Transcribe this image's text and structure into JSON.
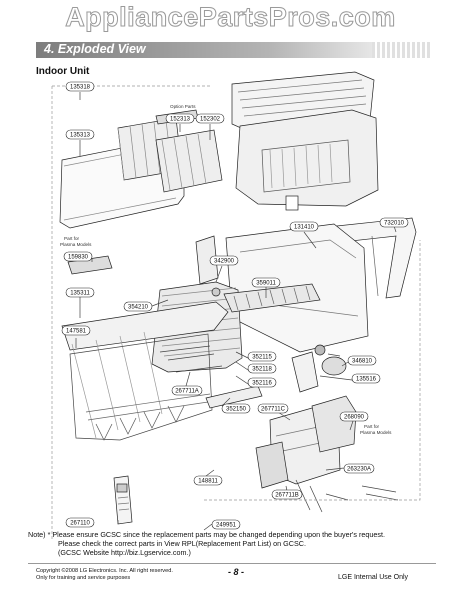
{
  "watermark": "AppliancePartsPros.com",
  "header": {
    "title": "4. Exploded View"
  },
  "subtitle": "Indoor Unit",
  "callouts": [
    "135318",
    "135313",
    "152313",
    "152302",
    "131410",
    "732010",
    "342900",
    "159830",
    "135311",
    "354210",
    "359011",
    "147581",
    "267711A",
    "352115",
    "352118",
    "352116",
    "346810",
    "135516",
    "352150",
    "267711C",
    "268090",
    "148811",
    "263230A",
    "267711B",
    "267110",
    "249951"
  ],
  "labels": {
    "option_parts": "Option Parts",
    "part_for_plasma_1": "Part for",
    "part_for_plasma_2": "Plasma Models"
  },
  "note": {
    "line1": "Note) * Please ensure GCSC since the replacement parts may be changed depending upon the buyer's request.",
    "line2": "Please check  the correct parts in View RPL(Replacement Part List) on GCSC.",
    "line3": "(GCSC Website  http://biz.Lgservice.com.)"
  },
  "footer": {
    "copyright": "Copyright ©2008 LG Electronics. Inc. All right reserved.",
    "training": "Only for training and service purposes",
    "page": "- 8 -",
    "internal": "LGE Internal Use Only"
  }
}
